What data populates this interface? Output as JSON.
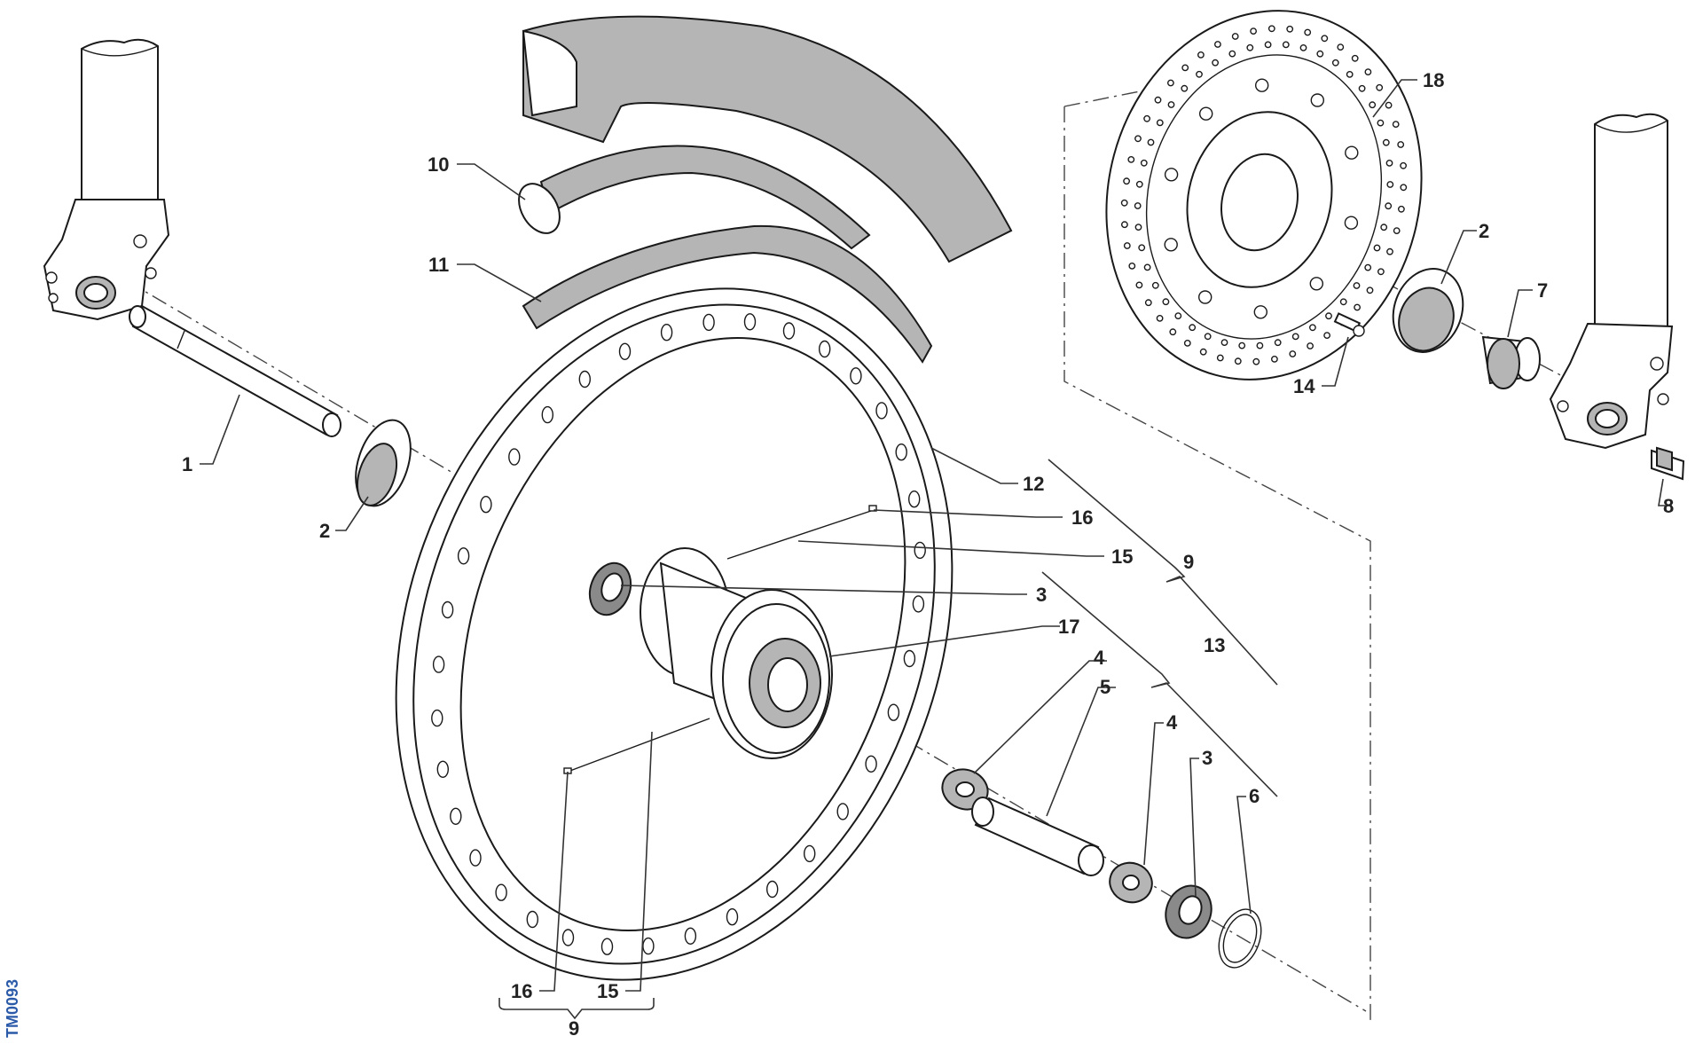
{
  "drawing_code": "TM0093",
  "callouts": {
    "c1": "1",
    "c2a": "2",
    "c2b": "2",
    "c3a": "3",
    "c3b": "3",
    "c4a": "4",
    "c4b": "4",
    "c5": "5",
    "c6": "6",
    "c7": "7",
    "c8": "8",
    "c9a": "9",
    "c9b": "9",
    "c10": "10",
    "c11": "11",
    "c12": "12",
    "c13": "13",
    "c14": "14",
    "c15a": "15",
    "c15b": "15",
    "c16a": "16",
    "c16b": "16",
    "c17": "17",
    "c18": "18"
  }
}
